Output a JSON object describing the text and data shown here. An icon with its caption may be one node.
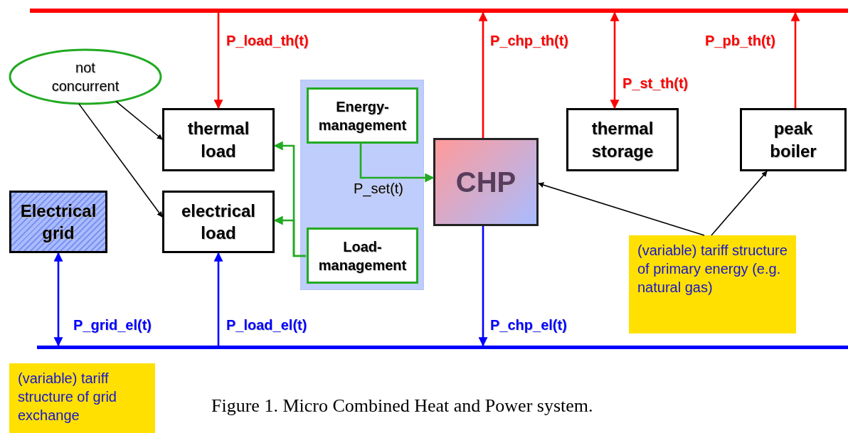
{
  "diagram": {
    "caption": "Figure 1. Micro Combined Heat and Power system.",
    "nodes": [
      {
        "text": [],
        "shape": "bar"
      },
      {
        "text": [],
        "shape": "bar"
      },
      {
        "text": [
          "not concurrent"
        ]
      },
      {
        "text": [
          "thermal load"
        ]
      },
      {
        "text": [
          "electrical load"
        ]
      },
      {
        "text": [
          "Electrical grid"
        ]
      },
      {
        "text": [],
        "shape": "box"
      },
      {
        "text": [
          "Energy-management"
        ],
        "in": 6
      },
      {
        "text": [
          "Load-management"
        ],
        "in": 6
      },
      {
        "text": [
          "CHP"
        ]
      },
      {
        "text": [
          "thermal storage"
        ]
      },
      {
        "text": [
          "peak boiler"
        ]
      },
      {
        "text": [
          "(variable) tariff structure of primary energy (e.g. natural gas)"
        ]
      },
      {
        "text": [
          "(variable) tariff structure of grid exchange"
        ]
      }
    ],
    "edges": [
      {
        "from": 0,
        "to": 3,
        "arrow": "to",
        "label": "P_load_th(t)"
      },
      {
        "from": 9,
        "to": 0,
        "arrow": "to",
        "label": "P_chp_th(t)"
      },
      {
        "from": 0,
        "to": 10,
        "arrow": "both",
        "label": "P_st_th(t)"
      },
      {
        "from": 11,
        "to": 0,
        "arrow": "to",
        "label": "P_pb_th(t)"
      },
      {
        "from": 2,
        "to": 3,
        "arrow": "to",
        "color": "#000000"
      },
      {
        "from": 2,
        "to": 4,
        "arrow": "to",
        "color": "#000000"
      },
      {
        "from": 7,
        "to": 9,
        "arrow": "to",
        "label": "P_set(t)",
        "color": "#22aa22"
      },
      {
        "from": 8,
        "to": 3,
        "arrow": "to",
        "color": "#22aa22"
      },
      {
        "from": 8,
        "to": 4,
        "arrow": "to",
        "color": "#22aa22"
      },
      {
        "from": 5,
        "to": 1,
        "arrow": "both",
        "label": "P_grid_el(t)",
        "color": "#0000ff"
      },
      {
        "from": 1,
        "to": 4,
        "arrow": "to",
        "label": "P_load_el(t)",
        "color": "#0000ff"
      },
      {
        "from": 9,
        "to": 1,
        "arrow": "to",
        "label": "P_chp_el(t)",
        "color": "#0000ff"
      },
      {
        "from": 12,
        "to": 9,
        "arrow": "to",
        "color": "#000000"
      },
      {
        "from": 12,
        "to": 11,
        "arrow": "to",
        "color": "#000000"
      }
    ]
  }
}
